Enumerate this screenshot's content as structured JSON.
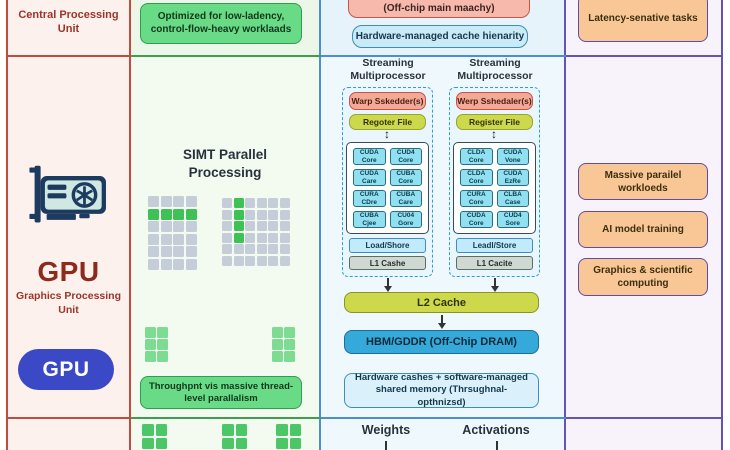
{
  "colors": {
    "red_border": "#c14b3c",
    "green_border": "#3f9e4e",
    "blue_border": "#4a8fd3",
    "purple_border": "#6354b8",
    "green_box": "#69da85",
    "orange_box": "#f8c795",
    "pink_box": "#f6b9ab",
    "light_blue_box": "#c9eaf7",
    "register_yellow": "#cdd94d",
    "l2_yellow": "#cdd94b",
    "hbm_blue": "#35a9d9",
    "cuda_chip": "#90e0f2",
    "gpu_pill_blue": "#3b49c6",
    "grid_gray": "#c4cdd8",
    "grid_green": "#3ec155",
    "grid_light_green": "#7edc92",
    "dark_red_text": "#9c3428"
  },
  "cpu_row": {
    "unit_label": "Central Processing Unit",
    "optimized_box": "Optimized for low-ladency, control-flow-heavy worklaads",
    "offchip_box": "(Off-chip main maachy)",
    "cache_box": "Hardware-managed cache hienarity",
    "use_case_box": "Latency-senative tasks"
  },
  "gpu_row": {
    "unit_label": "GPU",
    "unit_sublabel": "Graphics Processing Unit",
    "unit_pill": "GPU",
    "simt_title": "SIMT Parallel Processing",
    "throughput_box": "Throughpnt vis massive thread-level parallalism",
    "sm1": {
      "title": "Streaming Multiprocessor",
      "warp": "Warp Sskedder(s)",
      "register": "Regoter File",
      "updown_arrow": "↕",
      "cores": [
        "CUDA Core",
        "CUD4 Core",
        "CUDA Care",
        "CUBA Core",
        "CURA CDre",
        "CUBA Care",
        "CUBA Cjee",
        "CU04 Gore"
      ],
      "load_store": "Load/Shore",
      "l1": "L1 Cashe"
    },
    "sm2": {
      "title": "Streaming Multiprocessor",
      "warp": "Werp Sshedaler(s)",
      "register": "Register File",
      "updown_arrow": "↕",
      "cores": [
        "CLDA Core",
        "CUDA Vone",
        "CLDA Core",
        "CUDA EzRe",
        "CURA Core",
        "CLBA Case",
        "CUDA Core",
        "CUD4 Sore"
      ],
      "load_store": "Leadl/Store",
      "l1": "L1 Cacite"
    },
    "l2_cache": "L2 Cache",
    "dram": "HBM/GDDR (Off-Chip DRAM)",
    "memory_note": "Hardware cashes + software-managed shared memory (Thrsughnal-opthnizsd)",
    "use_cases": [
      "Massive parailel workloeds",
      "AI model training",
      "Graphics & scientific computing"
    ]
  },
  "bottom_row": {
    "weights_label": "Weights",
    "activations_label": "Activations"
  },
  "grids": {
    "simt_a": {
      "cols": 4,
      "rows": 6,
      "green_cells": [
        [
          1,
          0
        ],
        [
          1,
          1
        ],
        [
          1,
          2
        ],
        [
          1,
          3
        ]
      ]
    },
    "simt_b": {
      "cols": 6,
      "rows": 6,
      "green_cells": [
        [
          0,
          1
        ],
        [
          1,
          1
        ],
        [
          2,
          1
        ],
        [
          3,
          1
        ]
      ]
    },
    "block_l": {
      "cols": 2,
      "rows": 3,
      "fill": "lg"
    },
    "block_r": {
      "cols": 2,
      "rows": 3,
      "fill": "lg"
    },
    "bottom_1": {
      "cols": 2,
      "rows": 2,
      "fill": "bg"
    },
    "bottom_2": {
      "cols": 2,
      "rows": 2,
      "fill": "bg"
    },
    "bottom_3": {
      "cols": 2,
      "rows": 2,
      "fill": "bg"
    }
  }
}
